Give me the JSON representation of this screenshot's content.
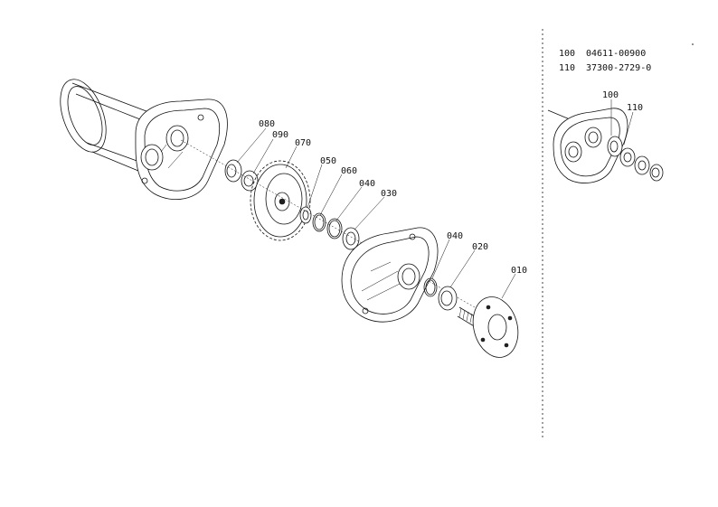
{
  "callouts": {
    "c080": "080",
    "c090": "090",
    "c070": "070",
    "c050": "050",
    "c060": "060",
    "c040a": "040",
    "c030": "030",
    "c040b": "040",
    "c020": "020",
    "c010": "010",
    "c100": "100",
    "c110": "110"
  },
  "parts_table": [
    {
      "ref": "100",
      "part_no": "04611-00900"
    },
    {
      "ref": "110",
      "part_no": "37300-2729-0"
    }
  ]
}
